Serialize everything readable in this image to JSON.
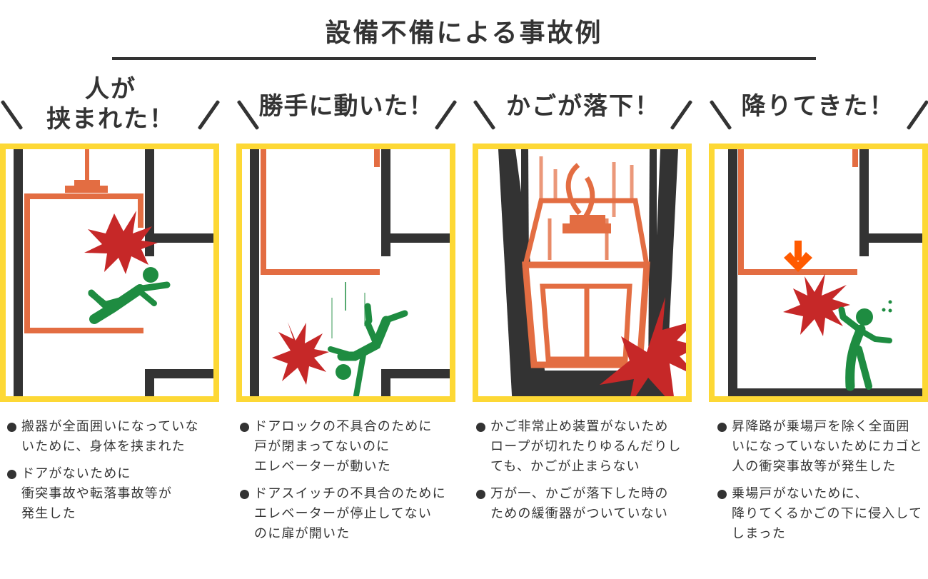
{
  "title": "設備不備による事故例",
  "colors": {
    "frame": "#FDD835",
    "wall": "#333333",
    "car": "#E36D42",
    "burst": "#C62828",
    "person": "#1E8C41",
    "arrow": "#FF5A00",
    "text": "#333333"
  },
  "panels": [
    {
      "heading": "人が\n挟まれた！",
      "heading_line1": "人が",
      "heading_line2": "挟まれた！",
      "illustration": "person-caught-between-car-and-wall",
      "bullets": [
        "搬器が全面囲いになっていな\nいために、身体を挟まれた",
        "ドアがないために\n衝突事故や転落事故等が\n発生した"
      ]
    },
    {
      "heading": "勝手に動いた！",
      "illustration": "person-falling-into-shaft",
      "bullets": [
        "ドアロックの不具合のために\n戸が閉まってないのに\nエレベーターが動いた",
        "ドアスイッチの不具合のために\nエレベーターが停止してない\nのに扉が開いた"
      ]
    },
    {
      "heading": "かごが落下！",
      "illustration": "elevator-car-falling-with-broken-rope",
      "bullets": [
        "かご非常止め装置がないため\nロープが切れたりゆるんだりし\nても、かごが止まらない",
        "万が一、かごが落下した時の\nための緩衝器がついていない"
      ]
    },
    {
      "heading": "降りてきた！",
      "illustration": "car-descending-onto-person",
      "bullets": [
        "昇降路が乗場戸を除く全面囲\nいになっていないためにカゴと\n人の衝突事故等が発生した",
        "乗場戸がないために、\n降りてくるかごの下に侵入して\nしまった"
      ]
    }
  ]
}
